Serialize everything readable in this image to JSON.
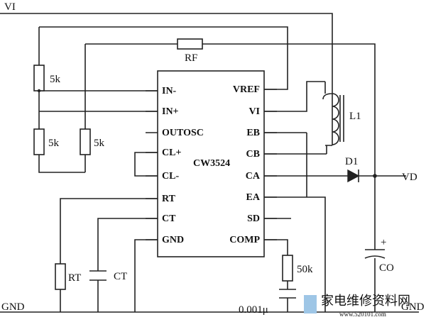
{
  "labels": {
    "vi_rail": "VI",
    "rf": "RF",
    "r1": "5k",
    "r2": "5k",
    "r3": "5k",
    "rt": "RT",
    "ct": "CT",
    "l1": "L1",
    "d1": "D1",
    "vd": "VD",
    "co": "CO",
    "co_polarity": "+",
    "r50k": "50k",
    "c_comp": "0.001μ",
    "gnd_left": "GND",
    "gnd_right": "GND"
  },
  "ic": {
    "name": "CW3524",
    "left_pins": [
      "IN-",
      "IN+",
      "OUTOSC",
      "CL+",
      "CL-",
      "RT",
      "CT",
      "GND"
    ],
    "right_pins": [
      "VREF",
      "VI",
      "EB",
      "CB",
      "CA",
      "EA",
      "SD",
      "COMP"
    ]
  },
  "watermark": {
    "text": "家电维修资料网",
    "url": "www.520101.com"
  }
}
